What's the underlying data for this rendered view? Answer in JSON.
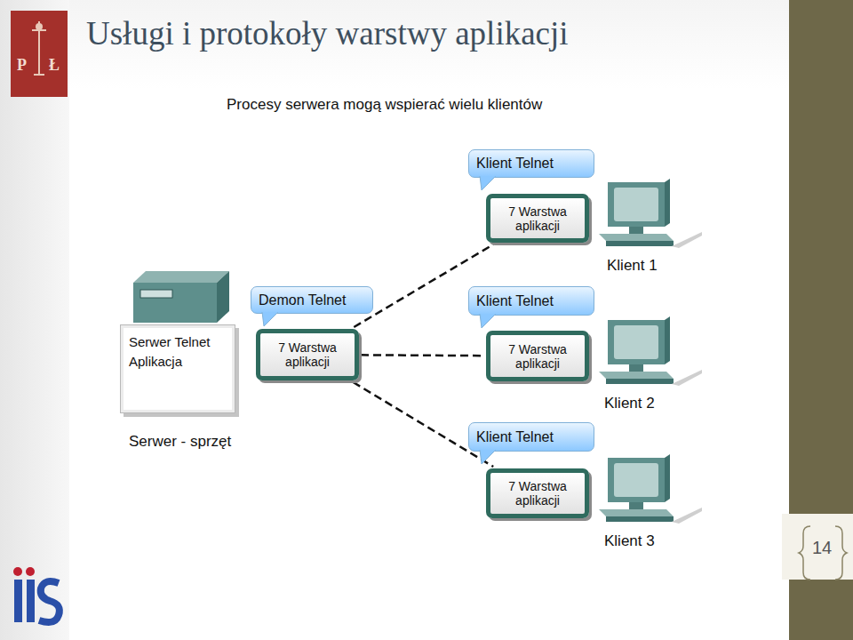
{
  "diagram": {
    "title": "Usługi i protokoły warstwy aplikacji",
    "nodes": [
      {
        "text": [
          "Serwer Telnet",
          "Aplikacja"
        ]
      },
      {
        "text": [
          "Demon Telnet"
        ]
      },
      {
        "text": [
          "7 Warstwa aplikacji"
        ]
      },
      {
        "text": [
          "Klient Telnet"
        ]
      },
      {
        "text": [
          "7 Warstwa aplikacji"
        ]
      },
      {
        "text": [
          "Klient Telnet"
        ]
      },
      {
        "text": [
          "7 Warstwa aplikacji"
        ]
      },
      {
        "text": [
          "Klient Telnet"
        ]
      },
      {
        "text": [
          "7 Warstwa aplikacji"
        ]
      }
    ],
    "edges": [
      {
        "from": 2,
        "to": 4,
        "arrow": "none"
      },
      {
        "from": 2,
        "to": 6,
        "arrow": "none"
      },
      {
        "from": 2,
        "to": 8,
        "arrow": "none"
      }
    ],
    "labels": [
      "Procesy serwera mogą wspierać wielu klientów",
      "Serwer - sprzęt",
      "Klient 1",
      "Klient 2",
      "Klient 3",
      "14",
      "P",
      "Ł"
    ]
  }
}
